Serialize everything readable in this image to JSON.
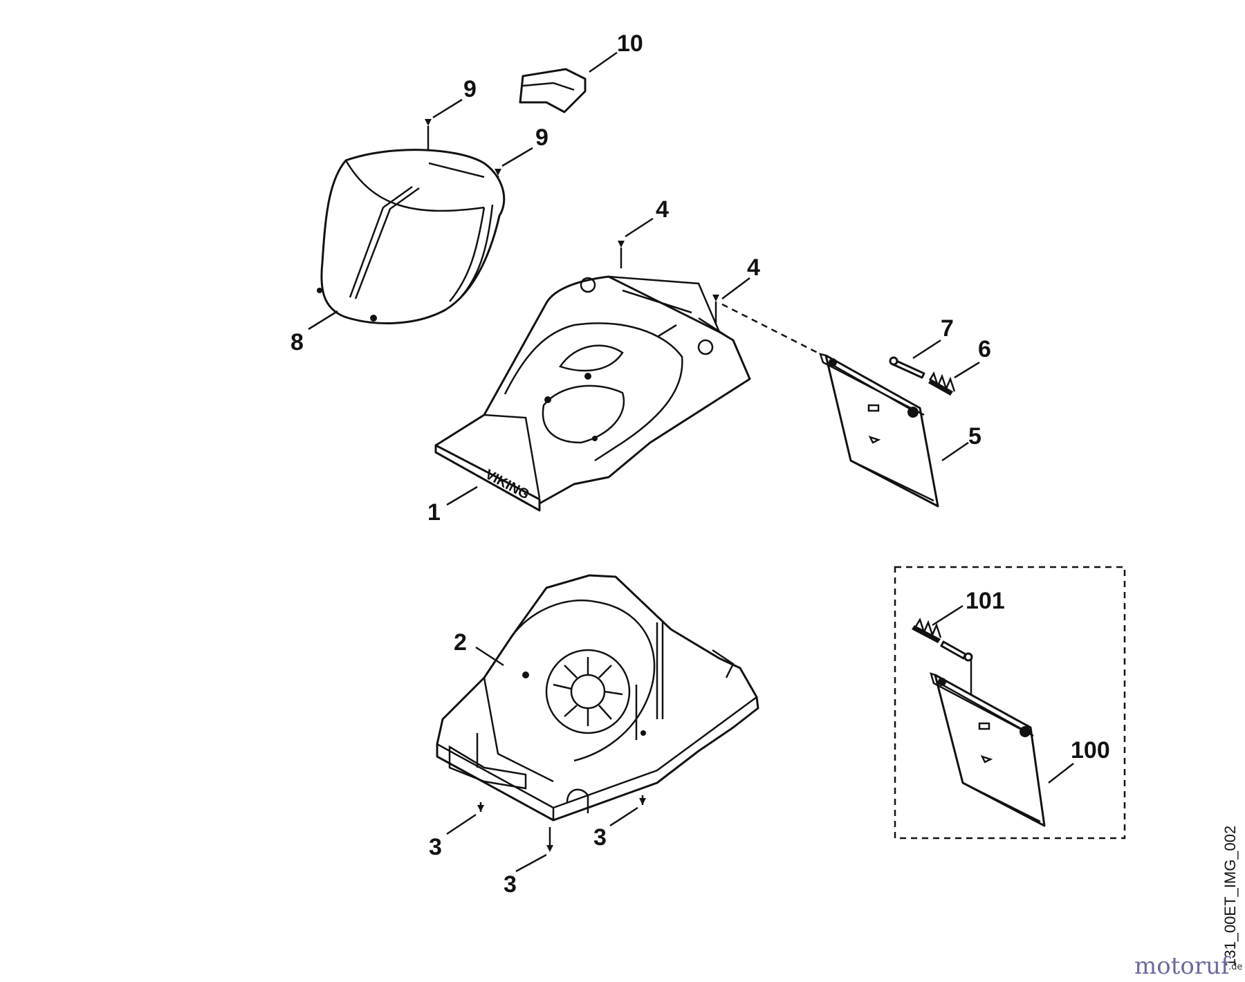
{
  "callouts": {
    "c10": "10",
    "c9a": "9",
    "c9b": "9",
    "c8": "8",
    "c4a": "4",
    "c4b": "4",
    "c7": "7",
    "c6": "6",
    "c5": "5",
    "c1": "1",
    "c101": "101",
    "c100": "100",
    "c2": "2",
    "c3a": "3",
    "c3b": "3",
    "c3c": "3"
  },
  "drawing_id": "131_00ET_IMG_002",
  "watermark": {
    "text": "motoruf",
    "suffix": ".de"
  },
  "colors": {
    "line": "#111111",
    "background": "#ffffff",
    "watermark": "#6a6a9a"
  }
}
